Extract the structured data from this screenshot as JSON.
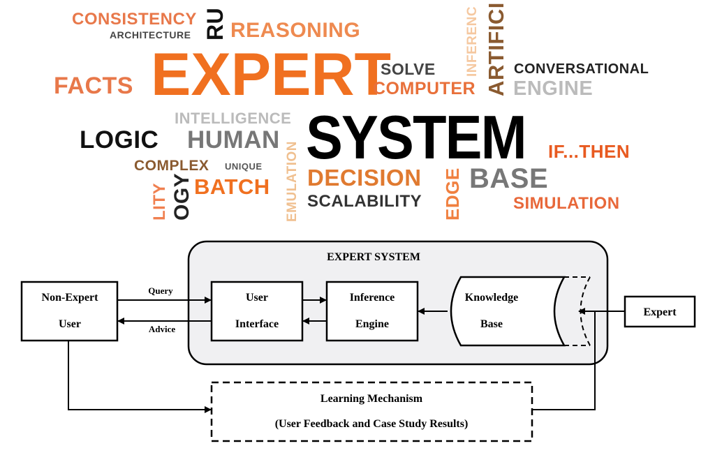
{
  "word_cloud": {
    "words": {
      "consistency": "CONSISTENCY",
      "architecture": "ARCHITECTURE",
      "rules": "RU",
      "reasoning": "REASONING",
      "facts": "FACTS",
      "expert": "EXPERT",
      "solve": "SOLVE",
      "computer": "COMPUTER",
      "inference": "INFERENC",
      "artificial": "ARTIFICI",
      "conversational": "CONVERSATIONAL",
      "engine": "ENGINE",
      "intelligence": "INTELLIGENCE",
      "logic": "LOGIC",
      "human": "HUMAN",
      "system": "SYSTEM",
      "ifthen": "IF...THEN",
      "complex": "COMPLEX",
      "unique": "UNIQUE",
      "emulation": "EMULATION",
      "decision": "DECISION",
      "scalability": "SCALABILITY",
      "knowledge": "EDGE",
      "base": "BASE",
      "simulation": "SIMULATION",
      "ability": "LITY",
      "technology": "OGY",
      "batch": "BATCH"
    }
  },
  "diagram": {
    "container_title": "EXPERT SYSTEM",
    "non_expert_user": [
      "Non-Expert",
      "User"
    ],
    "user_interface": [
      "User",
      "Interface"
    ],
    "inference_engine": [
      "Inference",
      "Engine"
    ],
    "knowledge_base": [
      "Knowledge",
      "Base"
    ],
    "expert": "Expert",
    "query_label": "Query",
    "advice_label": "Advice",
    "learning": [
      "Learning Mechanism",
      "(User Feedback and Case Study Results)"
    ]
  }
}
